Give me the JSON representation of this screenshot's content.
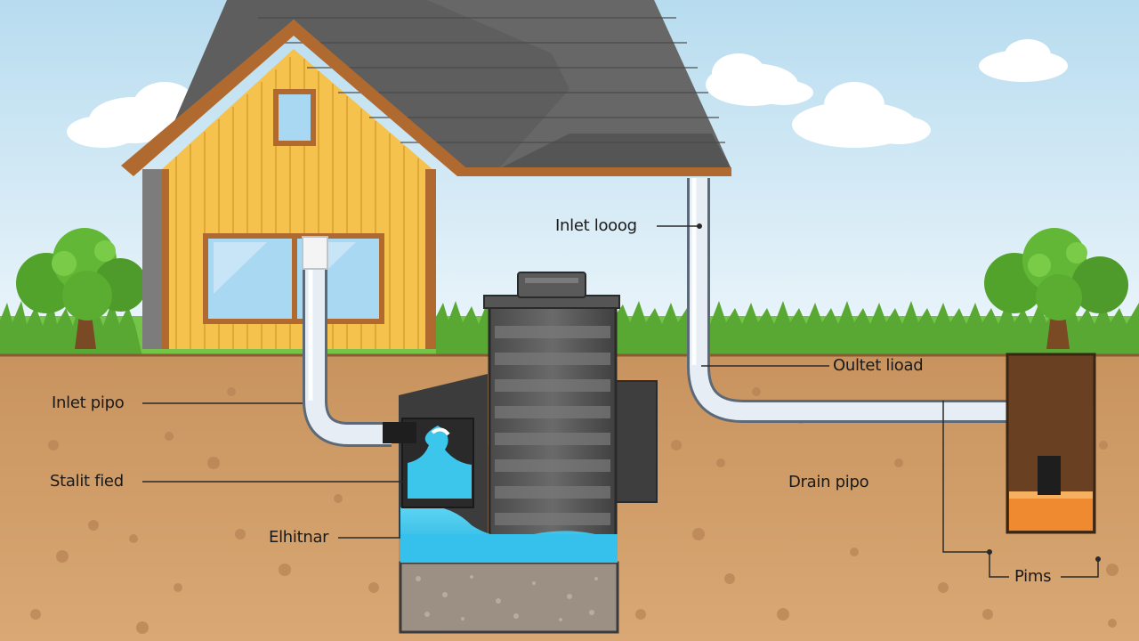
{
  "labels": {
    "inlet_top": "Inlet looog",
    "outlet": "Oultet lioad",
    "inlet_pipe": "Inlet pipo",
    "stalt_fied": "Stalit fied",
    "elhitnar": "Elhitnar",
    "drain_pipe": "Drain pipo",
    "pims": "Pims"
  },
  "colors": {
    "sky": "#cfe8f5",
    "soil": "#cc9a66",
    "grass": "#6cbf3a",
    "house_wall": "#f5c24e",
    "roof": "#585858",
    "trim": "#b06a30",
    "pipe": "#e8eef4",
    "tank": "#505050",
    "water": "#3cc6ec",
    "gravel_fill": "#f08a30"
  }
}
